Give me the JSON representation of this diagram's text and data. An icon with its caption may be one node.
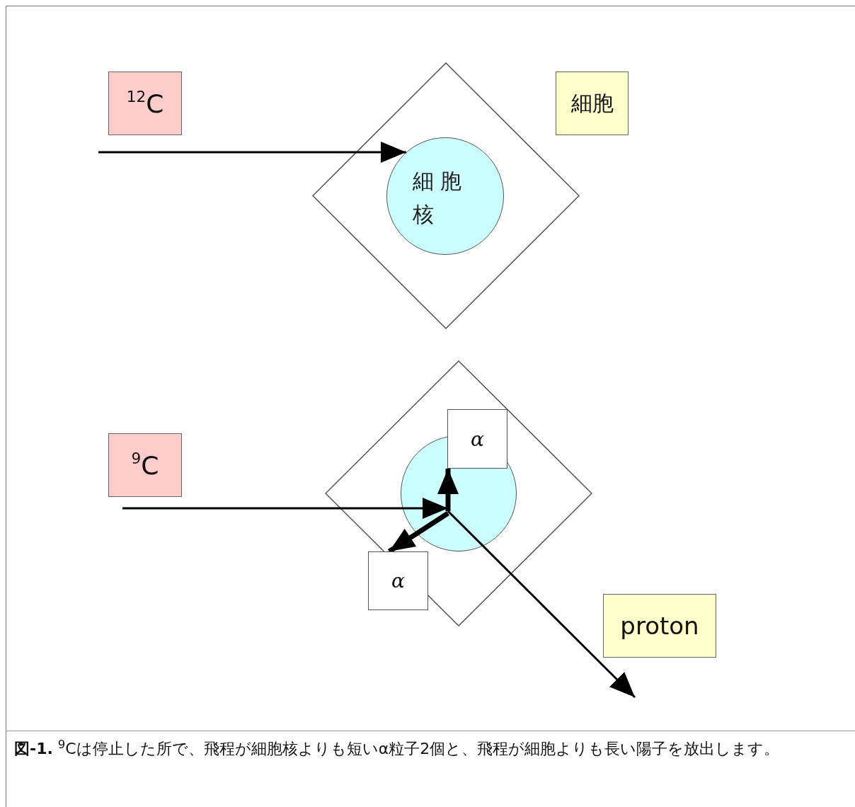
{
  "diagram": {
    "caption": "**図-1.** $^{9}$Cは停止した所で、飛程が細胞核よりも短いα粒子2個と、飛程が細胞よりも長い陽子を放出します。",
    "nodes": [
      {
        "text": [
          "$^{12}$C"
        ]
      },
      {
        "text": [
          "細胞"
        ]
      },
      {
        "text": [],
        "shape": "diamond"
      },
      {
        "text": [
          "細胞核"
        ],
        "in": 2
      },
      {
        "text": [
          "$^{9}$C"
        ]
      },
      {
        "text": [],
        "shape": "diamond"
      },
      {
        "text": [],
        "shape": "circle",
        "in": 5
      },
      {
        "text": [
          "α"
        ],
        "in": 5
      },
      {
        "text": [
          "α"
        ]
      },
      {
        "text": [
          "proton"
        ]
      }
    ],
    "edges": [
      {
        "from": null,
        "to": 3,
        "arrow": "to"
      },
      {
        "from": null,
        "to": 6,
        "arrow": "to"
      },
      {
        "from": 6,
        "to": 7,
        "arrow": "to",
        "style": "thick"
      },
      {
        "from": 6,
        "to": 8,
        "arrow": "to",
        "style": "thick"
      }
    ]
  }
}
